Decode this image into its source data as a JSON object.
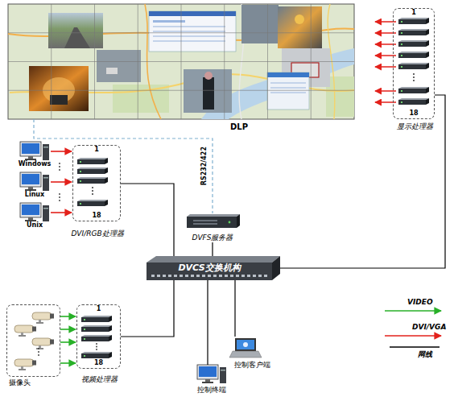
{
  "diagram": {
    "nodes": [
      {
        "text": [
          "DLP"
        ]
      },
      {
        "text": [
          "1",
          "18",
          "显示处理器"
        ]
      },
      {
        "text": [
          "Windows"
        ]
      },
      {
        "text": [
          "Linux"
        ]
      },
      {
        "text": [
          "Unix"
        ]
      },
      {
        "text": [
          "1",
          "18",
          "DVI/RGB处理器"
        ]
      },
      {
        "text": [
          "DVFS服务器"
        ]
      },
      {
        "text": [
          "DVCS交换机构"
        ]
      },
      {
        "text": [
          "摄像头"
        ]
      },
      {
        "text": [
          "1",
          "18",
          "视频处理器"
        ]
      },
      {
        "text": [
          "控制终端"
        ]
      },
      {
        "text": [
          "控制客户端"
        ]
      }
    ],
    "edges": [
      {
        "from": 0,
        "to": 6,
        "arrow": "none",
        "label": "RS232/422"
      },
      {
        "from": 2,
        "to": 5,
        "arrow": "to"
      },
      {
        "from": 3,
        "to": 5,
        "arrow": "to"
      },
      {
        "from": 4,
        "to": 5,
        "arrow": "to"
      },
      {
        "from": 5,
        "to": 7,
        "arrow": "none"
      },
      {
        "from": 6,
        "to": 7,
        "arrow": "none"
      },
      {
        "from": 7,
        "to": 1,
        "arrow": "none"
      },
      {
        "from": 8,
        "to": 9,
        "arrow": "to"
      },
      {
        "from": 9,
        "to": 7,
        "arrow": "none"
      },
      {
        "from": 7,
        "to": 10,
        "arrow": "none"
      },
      {
        "from": 7,
        "to": 11,
        "arrow": "none"
      }
    ],
    "legend": [
      {
        "text": "VIDEO"
      },
      {
        "text": "DVI/VGA"
      },
      {
        "text": "网线"
      }
    ]
  }
}
